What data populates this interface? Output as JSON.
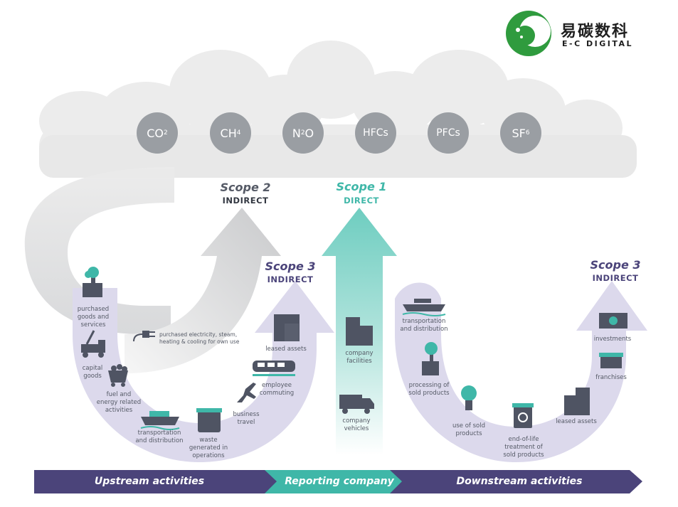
{
  "logo": {
    "name_cn": "易碳数科",
    "name_en": "E-C DIGITAL"
  },
  "gases": [
    {
      "base": "CO",
      "sub": "2"
    },
    {
      "base": "CH",
      "sub": "4"
    },
    {
      "base": "N",
      "sub": "2",
      "tail": "O"
    },
    {
      "base": "HFCs",
      "sub": ""
    },
    {
      "base": "PFCs",
      "sub": ""
    },
    {
      "base": "SF",
      "sub": "6"
    }
  ],
  "scopes": {
    "scope2": {
      "title": "Scope 2",
      "subtitle": "INDIRECT"
    },
    "scope1": {
      "title": "Scope 1",
      "subtitle": "DIRECT"
    },
    "scope3_upstream": {
      "title": "Scope 3",
      "subtitle": "INDIRECT"
    },
    "scope3_downstream": {
      "title": "Scope 3",
      "subtitle": "INDIRECT"
    }
  },
  "upstream": {
    "purchased_goods": "purchased\ngoods and\nservices",
    "capital_goods": "capital\ngoods",
    "fuel_energy": "fuel and\nenergy related\nactivities",
    "transportation": "transportation\nand distribution",
    "waste": "waste\ngenerated in\noperations",
    "business_travel": "business\ntravel",
    "employee_commuting": "employee\ncommuting",
    "leased_assets": "leased assets",
    "purchased_electricity": "purchased electricity, steam,\nheating & cooling for own use"
  },
  "company": {
    "facilities": "company\nfacilities",
    "vehicles": "company\nvehicles"
  },
  "downstream": {
    "transportation": "transportation\nand distribution",
    "processing": "processing of\nsold products",
    "use": "use of sold\nproducts",
    "end_of_life": "end-of-life\ntreatment of\nsold products",
    "leased_assets": "leased assets",
    "franchises": "franchises",
    "investments": "investments"
  },
  "bands": {
    "upstream": "Upstream activities",
    "reporting": "Reporting company",
    "downstream": "Downstream activities"
  },
  "colors": {
    "purple": "#4b447a",
    "teal": "#3fb7a8",
    "lavender": "#d8d5ea",
    "gray": "#9a9ea3",
    "icon": "#4f5463",
    "logo_green": "#2f9b3e"
  }
}
